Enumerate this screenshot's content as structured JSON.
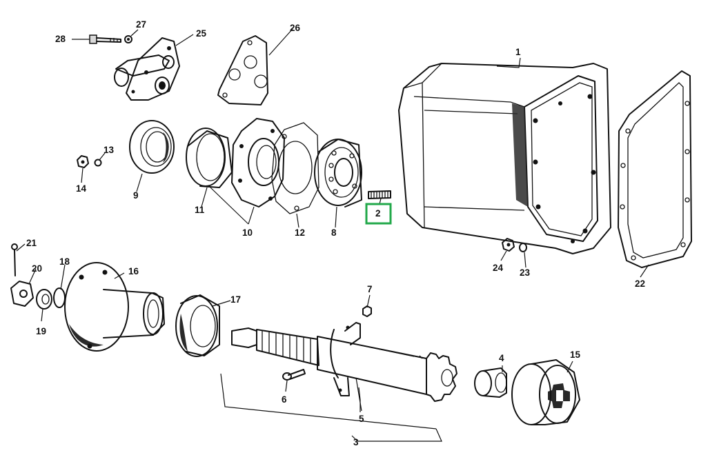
{
  "diagram": {
    "highlight_color": "#22a84a",
    "highlighted_part": "2",
    "callouts": [
      {
        "id": "1",
        "label": "1"
      },
      {
        "id": "2",
        "label": "2"
      },
      {
        "id": "3",
        "label": "3"
      },
      {
        "id": "4",
        "label": "4"
      },
      {
        "id": "5",
        "label": "5"
      },
      {
        "id": "6",
        "label": "6"
      },
      {
        "id": "7",
        "label": "7"
      },
      {
        "id": "8",
        "label": "8"
      },
      {
        "id": "9",
        "label": "9"
      },
      {
        "id": "10",
        "label": "10"
      },
      {
        "id": "11",
        "label": "11"
      },
      {
        "id": "12",
        "label": "12"
      },
      {
        "id": "13",
        "label": "13"
      },
      {
        "id": "14",
        "label": "14"
      },
      {
        "id": "15",
        "label": "15"
      },
      {
        "id": "16",
        "label": "16"
      },
      {
        "id": "17",
        "label": "17"
      },
      {
        "id": "18",
        "label": "18"
      },
      {
        "id": "19",
        "label": "19"
      },
      {
        "id": "20",
        "label": "20"
      },
      {
        "id": "21",
        "label": "21"
      },
      {
        "id": "22",
        "label": "22"
      },
      {
        "id": "23",
        "label": "23"
      },
      {
        "id": "24",
        "label": "24"
      },
      {
        "id": "25",
        "label": "25"
      },
      {
        "id": "26",
        "label": "26"
      },
      {
        "id": "27",
        "label": "27"
      },
      {
        "id": "28",
        "label": "28"
      }
    ]
  }
}
